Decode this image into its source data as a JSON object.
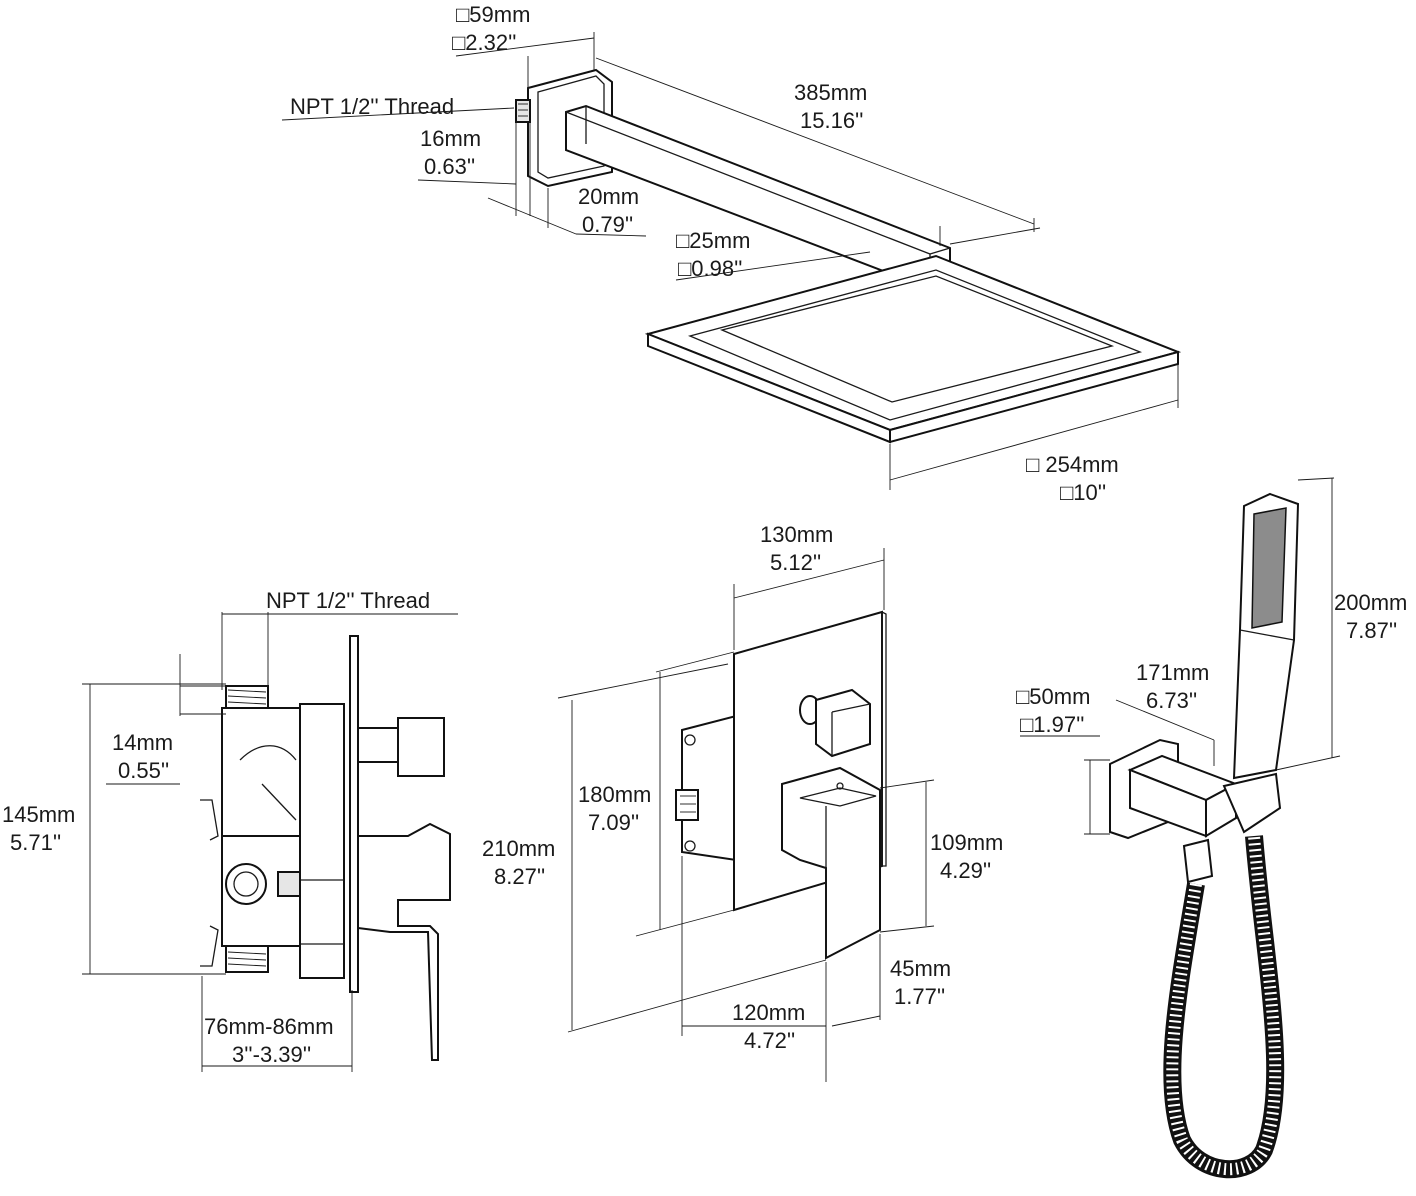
{
  "shower_arm": {
    "flange_size_mm": "□59mm",
    "flange_size_in": "□2.32''",
    "thread": "NPT 1/2'' Thread",
    "length_mm": "385mm",
    "length_in": "15.16''",
    "nipple_mm": "16mm",
    "nipple_in": "0.63''",
    "flange_depth_mm": "20mm",
    "flange_depth_in": "0.79''",
    "arm_size_mm": "□25mm",
    "arm_size_in": "□0.98''"
  },
  "shower_head": {
    "size_mm": "□  254mm",
    "size_in": "□10''"
  },
  "valve_side": {
    "thread": "NPT 1/2'' Thread",
    "thread_len_mm": "14mm",
    "thread_len_in": "0.55''",
    "height_mm": "145mm",
    "height_in": "5.71''",
    "depth_mm": "76mm-86mm",
    "depth_in": "3''-3.39''"
  },
  "trim_plate": {
    "width_mm": "130mm",
    "width_in": "5.12''",
    "plate_height_mm": "180mm",
    "plate_height_in": "7.09''",
    "total_height_mm": "210mm",
    "total_height_in": "8.27''",
    "handle_height_mm": "109mm",
    "handle_height_in": "4.29''",
    "handle_depth_mm": "45mm",
    "handle_depth_in": "1.77''",
    "bottom_width_mm": "120mm",
    "bottom_width_in": "4.72''"
  },
  "hand_shower": {
    "length_mm": "200mm",
    "length_in": "7.87''",
    "holder_mm": "171mm",
    "holder_in": "6.73''",
    "flange_mm": "□50mm",
    "flange_in": "□1.97''"
  }
}
